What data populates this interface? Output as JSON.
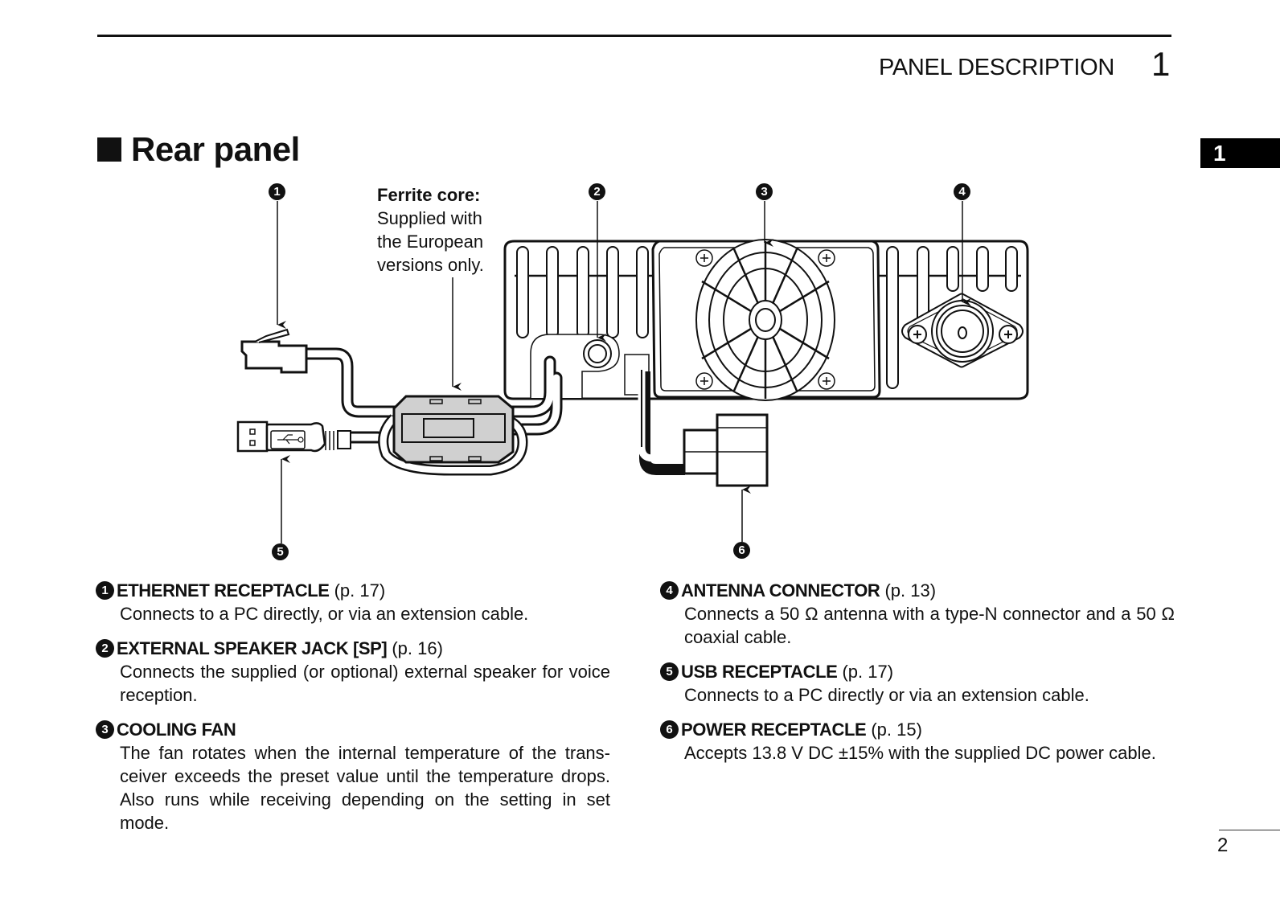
{
  "header": {
    "running_title": "PANEL DESCRIPTION",
    "chapter_number": "1",
    "side_tab": "1"
  },
  "section": {
    "title": "Rear panel"
  },
  "diagram": {
    "ferrite_note": {
      "title": "Ferrite core:",
      "lines": [
        "Supplied with",
        "the European",
        "versions only."
      ]
    },
    "callouts": [
      "1",
      "2",
      "3",
      "4",
      "5",
      "6"
    ]
  },
  "items_left": [
    {
      "num": "1",
      "name": "ETHERNET RECEPTACLE",
      "ref": "(p. 17)",
      "desc": "Connects to a PC directly, or via an extension cable."
    },
    {
      "num": "2",
      "name": "EXTERNAL SPEAKER JACK [SP]",
      "ref": "(p. 16)",
      "desc": "Connects the supplied (or optional) external speaker for voice reception."
    },
    {
      "num": "3",
      "name": "COOLING FAN",
      "ref": "",
      "desc": "The fan rotates when the internal temperature of the trans-ceiver exceeds the preset value until the temperature drops. Also runs while receiving depending on the setting in set mode."
    }
  ],
  "items_right": [
    {
      "num": "4",
      "name": "ANTENNA CONNECTOR",
      "ref": "(p. 13)",
      "desc": "Connects a 50 Ω antenna with a type-N connector and a 50 Ω coaxial cable."
    },
    {
      "num": "5",
      "name": "USB RECEPTACLE",
      "ref": "(p. 17)",
      "desc": "Connects to a PC directly or via an extension cable."
    },
    {
      "num": "6",
      "name": "POWER RECEPTACLE",
      "ref": "(p. 15)",
      "desc": "Accepts 13.8 V DC ±15% with the supplied DC power cable."
    }
  ],
  "footer": {
    "page_number": "2"
  }
}
